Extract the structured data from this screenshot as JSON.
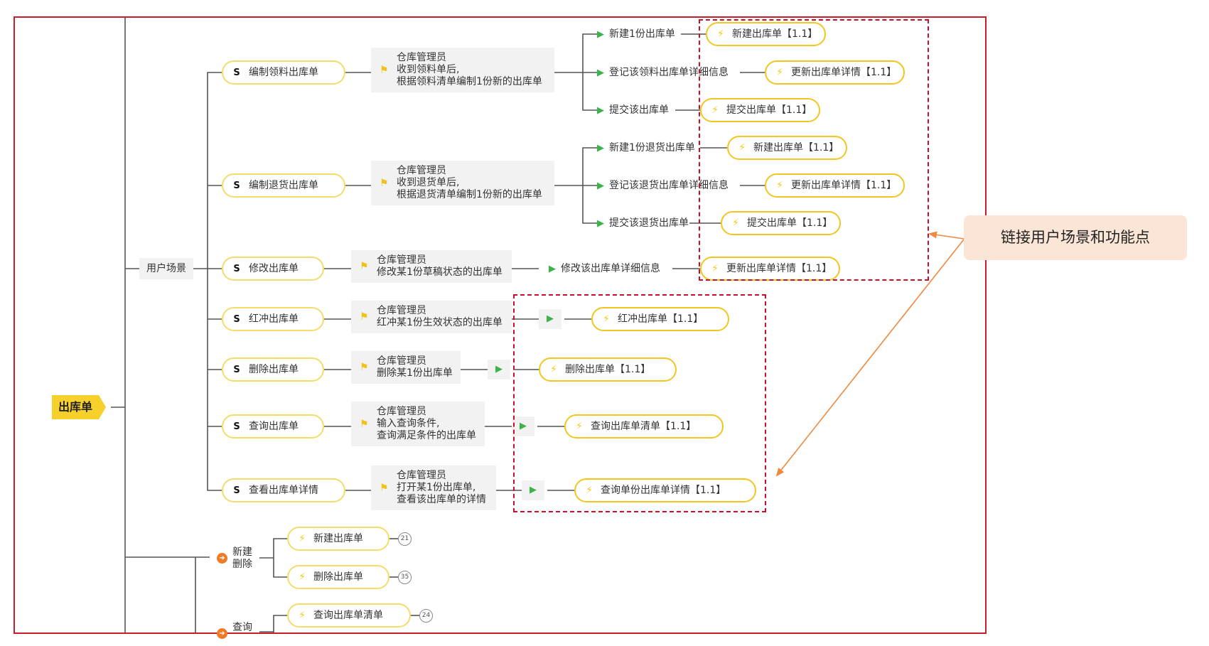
{
  "root": {
    "label": "出库单"
  },
  "scenario_group": {
    "label": "用户场景"
  },
  "scenarios": [
    {
      "tag": "S",
      "label": "编制领料出库单",
      "note": [
        "仓库管理员",
        "收到领料单后,",
        "根据领料清单编制1份新的出库单"
      ],
      "actions": [
        {
          "label": "新建1份出库单",
          "feature": "新建出库单【1.1】"
        },
        {
          "label": "登记该领料出库单详细信息",
          "feature": "更新出库单详情【1.1】"
        },
        {
          "label": "提交该出库单",
          "feature": "提交出库单【1.1】"
        }
      ]
    },
    {
      "tag": "S",
      "label": "编制退货出库单",
      "note": [
        "仓库管理员",
        "收到退货单后,",
        "根据退货清单编制1份新的出库单"
      ],
      "actions": [
        {
          "label": "新建1份退货出库单",
          "feature": "新建出库单【1.1】"
        },
        {
          "label": "登记该退货出库单详细信息",
          "feature": "更新出库单详情【1.1】"
        },
        {
          "label": "提交该退货出库单",
          "feature": "提交出库单【1.1】"
        }
      ]
    },
    {
      "tag": "S",
      "label": "修改出库单",
      "note": [
        "仓库管理员",
        "修改某1份草稿状态的出库单"
      ],
      "actions": [
        {
          "label": "修改该出库单详细信息",
          "feature": "更新出库单详情【1.1】"
        }
      ]
    },
    {
      "tag": "S",
      "label": "红冲出库单",
      "note": [
        "仓库管理员",
        "红冲某1份生效状态的出库单"
      ],
      "actions": [
        {
          "label": "",
          "feature": "红冲出库单【1.1】"
        }
      ]
    },
    {
      "tag": "S",
      "label": "删除出库单",
      "note": [
        "仓库管理员",
        "删除某1份出库单"
      ],
      "actions": [
        {
          "label": "",
          "feature": "删除出库单【1.1】"
        }
      ]
    },
    {
      "tag": "S",
      "label": "查询出库单",
      "note": [
        "仓库管理员",
        "输入查询条件,",
        "查询满足条件的出库单"
      ],
      "actions": [
        {
          "label": "",
          "feature": "查询出库单清单【1.1】"
        }
      ]
    },
    {
      "tag": "S",
      "label": "查看出库单详情",
      "note": [
        "仓库管理员",
        "打开某1份出库单,",
        "查看该出库单的详情"
      ],
      "actions": [
        {
          "label": "",
          "feature": "查询单份出库单详情【1.1】"
        }
      ]
    }
  ],
  "feature_groups": [
    {
      "label_lines": [
        "新建",
        "删除"
      ],
      "items": [
        {
          "label": "新建出库单",
          "count": "21"
        },
        {
          "label": "删除出库单",
          "count": "35"
        }
      ]
    },
    {
      "label_lines": [
        "查询"
      ],
      "items": [
        {
          "label": "查询出库单清单",
          "count": "24"
        }
      ]
    }
  ],
  "callout": {
    "text": "链接用户场景和功能点"
  },
  "colors": {
    "frame": "#c81e28",
    "dash": "#c8102e",
    "arrow": "#f0883e",
    "pill_border": "#f2c521",
    "play": "#3bb34a",
    "root_fill": "#f7d02c"
  },
  "icons": {
    "scenario": "S-badge",
    "note": "flag-icon",
    "action": "play-icon",
    "feature": "lightning-icon",
    "group": "orange-arrow-icon"
  }
}
